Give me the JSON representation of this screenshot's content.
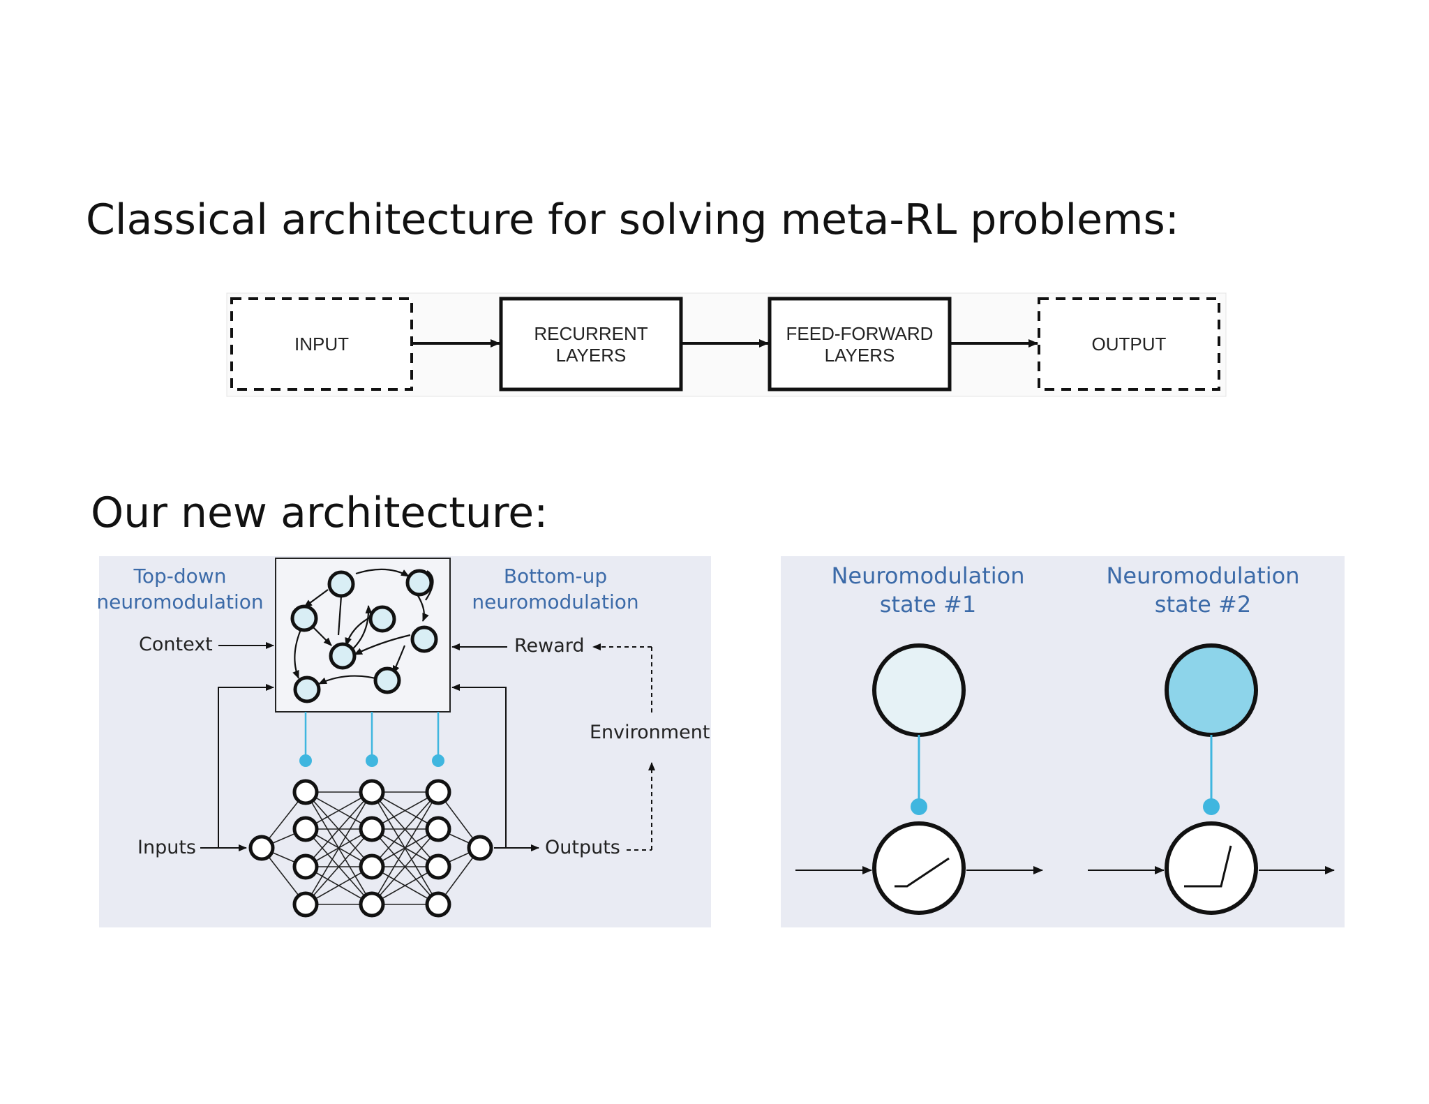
{
  "slide": {
    "title_classical": "Classical architecture for solving meta-RL problems:",
    "title_new": "Our new architecture:"
  },
  "classical": {
    "input": "INPUT",
    "recurrent": [
      "RECURRENT",
      "LAYERS"
    ],
    "feedforward": [
      "FEED-FORWARD",
      "LAYERS"
    ],
    "output": "OUTPUT"
  },
  "new_arch": {
    "top_down": [
      "Top-down",
      "neuromodulation"
    ],
    "bottom_up": [
      "Bottom-up",
      "neuromodulation"
    ],
    "context": "Context",
    "reward": "Reward",
    "environment": "Environment",
    "inputs": "Inputs",
    "outputs": "Outputs"
  },
  "states": {
    "state1": [
      "Neuromodulation",
      "state #1"
    ],
    "state2": [
      "Neuromodulation",
      "state #2"
    ]
  },
  "colors": {
    "panel": "#e9ebf3",
    "accent_blue": "#3fb6df",
    "state2_fill": "#8dd4ea",
    "state1_fill": "#e6f2f6",
    "label_blue": "#3b6aa8"
  }
}
